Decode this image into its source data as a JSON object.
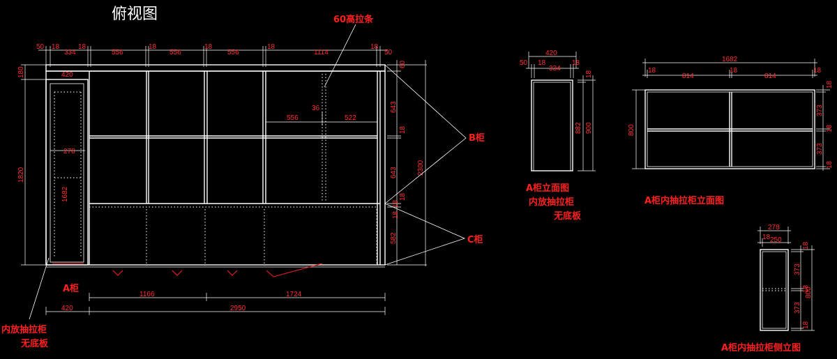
{
  "drawing": {
    "title": "俯视图",
    "labels": {
      "strip": "60高拉条",
      "b_cabinet": "B柜",
      "c_cabinet": "C柜",
      "a_cabinet": "A柜",
      "a_note_1": "内放抽拉柜",
      "a_note_2": "无底板",
      "a_elev_1": "A柜立面图",
      "a_elev_2": "内放抽拉柜",
      "a_elev_3": "无底板",
      "drawer_elev": "A柜内抽拉柜立面图",
      "drawer_side": "A柜内抽拉柜侧立图"
    },
    "top_dims": [
      "50",
      "18",
      "334",
      "18",
      "556",
      "18",
      "556",
      "18",
      "556",
      "18",
      "1114",
      "18",
      "50"
    ],
    "plan_dims": {
      "a_width": "420",
      "a_depth": "1820",
      "a_top": "180",
      "inner_width": "278",
      "inner_depth": "1682",
      "d556": "556",
      "d36": "36",
      "d522": "522",
      "total_h": "2300",
      "r60": "60",
      "r643a": "643",
      "r18a": "18",
      "r643b": "643",
      "r18b": "18",
      "r18c": "18",
      "r18d": "18",
      "r582": "582",
      "b1166": "1166",
      "b1724": "1724",
      "b420": "420",
      "b2950": "2950"
    },
    "a_elev_dims": {
      "w420": "420",
      "d50": "50",
      "d18a": "18",
      "d334": "334",
      "d18b": "18",
      "v18": "18",
      "v882": "882",
      "v900": "900"
    },
    "drawer_elev_dims": {
      "w1682": "1682",
      "d18a": "18",
      "d814a": "814",
      "d18b": "18",
      "d814b": "814",
      "d18c": "18",
      "v800": "800",
      "v18a": "18",
      "v373a": "373",
      "v18b": "18",
      "v373b": "373",
      "v18c": "18"
    },
    "drawer_side_dims": {
      "w278": "278",
      "d18": "18",
      "d250": "250",
      "v18a": "18",
      "v373a": "373",
      "v18b": "18",
      "v373b": "373",
      "v18c": "18",
      "v800": "800"
    },
    "colors": {
      "background": "#000000",
      "linework": "#ffffff",
      "annotation": "#ff2020"
    }
  }
}
